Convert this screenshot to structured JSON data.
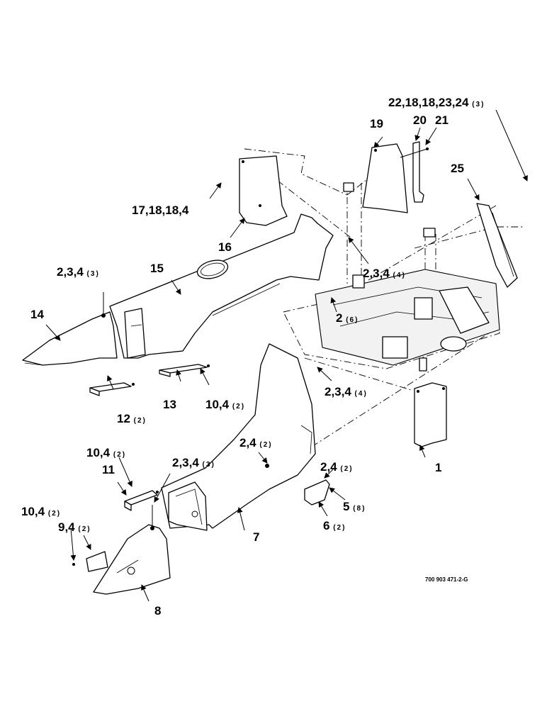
{
  "callouts": {
    "c1": "1",
    "c2": "2",
    "c2q": "(6)",
    "c234a": "2,3,4",
    "c234aq": "(3)",
    "c234b": "2,3,4",
    "c234bq": "(4)",
    "c234c": "2,3,4",
    "c234cq": "(4)",
    "c234d": "2,3,4",
    "c234dq": "(3)",
    "c24a": "2,4",
    "c24aq": "(2)",
    "c24b": "2,4",
    "c24bq": "(2)",
    "c5": "5",
    "c5q": "(8)",
    "c6": "6",
    "c6q": "(2)",
    "c7": "7",
    "c8": "8",
    "c94": "9,4",
    "c94q": "(2)",
    "c104a": "10,4",
    "c104aq": "(2)",
    "c104b": "10,4",
    "c104bq": "(2)",
    "c104c": "10,4",
    "c104cq": "(2)",
    "c11": "11",
    "c12": "12",
    "c12q": "(2)",
    "c13": "13",
    "c14": "14",
    "c15": "15",
    "c16": "16",
    "c17": "17,18,18,4",
    "c19": "19",
    "c20": "20",
    "c21": "21",
    "c22": "22,18,18,23,24",
    "c22q": "(3)",
    "c25": "25"
  },
  "drawing_number": "700 903 471-2-G",
  "colors": {
    "ink": "#000000",
    "paper": "#ffffff"
  }
}
